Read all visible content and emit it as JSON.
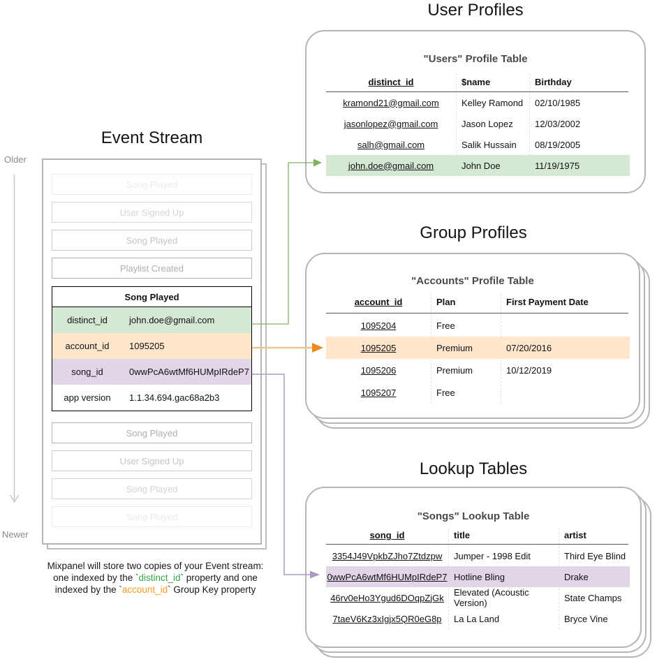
{
  "colors": {
    "green_fill": "#d5e8d4",
    "orange_fill": "#ffe6cc",
    "purple_fill": "#e1d5e7",
    "green_arrow": "#7fb25f",
    "orange_arrow_line": "#eec591",
    "orange_arrow_head": "#f08a1d",
    "purple_arrow": "#ac9bc1",
    "timeline_gray": "#c8c8c8",
    "caption_green": "#35a547",
    "caption_orange": "#f59d23"
  },
  "event_stream": {
    "title": "Event Stream",
    "older_label": "Older",
    "newer_label": "Newer",
    "events_before": [
      "Song Played",
      "User Signed Up",
      "Song Played",
      "Playlist Created"
    ],
    "selected_event": {
      "name": "Song Played",
      "properties": [
        {
          "key": "distinct_id",
          "value": "john.doe@gmail.com"
        },
        {
          "key": "account_id",
          "value": "1095205"
        },
        {
          "key": "song_id",
          "value": "0wwPcA6wtMf6HUMpIRdeP7"
        },
        {
          "key": "app version",
          "value": "1.1.34.694.gac68a2b3"
        }
      ]
    },
    "events_after": [
      "Song Played",
      "User Signed Up",
      "Song Played",
      "Song Played"
    ]
  },
  "caption": {
    "line1": "Mixpanel will store two copies of your Event stream:",
    "line2_pre": "one indexed by the `",
    "line2_code": "distinct_id",
    "line2_post": "` property and one",
    "line3_pre": "indexed by the `",
    "line3_code": "account_id",
    "line3_post": "` Group Key property"
  },
  "user_profiles": {
    "section_title": "User Profiles",
    "table_title": "\"Users\" Profile Table",
    "columns": [
      "distinct_id",
      "$name",
      "Birthday"
    ],
    "rows": [
      [
        "kramond21@gmail.com",
        "Kelley Ramond",
        "02/10/1985"
      ],
      [
        "jasonlopez@gmail.com",
        "Jason Lopez",
        "12/03/2002"
      ],
      [
        "salh@gmail.com",
        "Salik Hussain",
        "08/19/2005"
      ],
      [
        "john.doe@gmail.com",
        "John Doe",
        "11/19/1975"
      ]
    ],
    "highlighted_row": "john.doe@gmail.com"
  },
  "group_profiles": {
    "section_title": "Group Profiles",
    "table_title": "\"Accounts\" Profile Table",
    "columns": [
      "account_id",
      "Plan",
      "First Payment Date"
    ],
    "rows": [
      [
        "1095204",
        "Free",
        ""
      ],
      [
        "1095205",
        "Premium",
        "07/20/2016"
      ],
      [
        "1095206",
        "Premium",
        "10/12/2019"
      ],
      [
        "1095207",
        "Free",
        ""
      ]
    ],
    "highlighted_row": "1095205"
  },
  "lookup_tables": {
    "section_title": "Lookup Tables",
    "table_title": "\"Songs\" Lookup Table",
    "columns": [
      "song_id",
      "title",
      "artist"
    ],
    "rows": [
      [
        "3354J49VpkbZJho7Ztdzpw",
        "Jumper - 1998 Edit",
        "Third Eye Blind"
      ],
      [
        "0wwPcA6wtMf6HUMpIRdeP7",
        "Hotline Bling",
        "Drake"
      ],
      [
        "46rv0eHo3Ygud6DOqpZjGk",
        "Elevated (Acoustic Version)",
        "State Champs"
      ],
      [
        "7taeV6Kz3xIgjx5QR0eG8p",
        "La La Land",
        "Bryce Vine"
      ]
    ],
    "highlighted_row": "0wwPcA6wtMf6HUMpIRdeP7"
  }
}
